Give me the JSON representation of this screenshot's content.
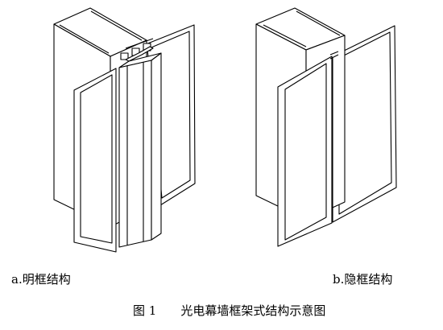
{
  "figure": {
    "label_a": "a.明框结构",
    "label_b": "b.隐框结构",
    "caption_number": "图 1",
    "caption_text": "光电幕墙框架式结构示意图"
  },
  "colors": {
    "stroke": "#000000",
    "background": "#ffffff"
  }
}
